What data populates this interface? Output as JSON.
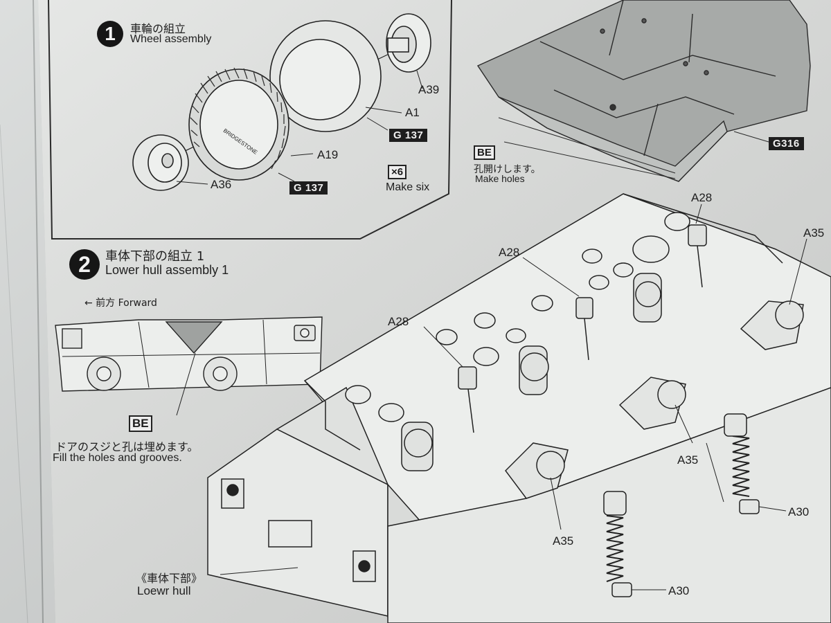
{
  "step1": {
    "number": "1",
    "title_jp": "車輪の組立",
    "title_en": "Wheel assembly",
    "parts": {
      "a39": "A39",
      "a1": "A1",
      "a19": "A19",
      "a36": "A36"
    },
    "paint_code_1": "G 137",
    "paint_code_2": "G 137",
    "multiplier": "×6",
    "multiplier_text": "Make six",
    "tire_brand": "BRIDGESTONE"
  },
  "hull_box": {
    "mark": "BE",
    "note_jp": "孔開けします。",
    "note_en": "Make holes",
    "paint_code": "G316"
  },
  "step2": {
    "number": "2",
    "title_jp": "車体下部の組立 1",
    "title_en": "Lower hull assembly 1",
    "forward_label": "← 前方 Forward",
    "mark": "BE",
    "note_jp": "ドアのスジと孔は埋めます。",
    "note_en": "Fill the holes and grooves.",
    "parts": {
      "a28_left": "A28",
      "a28_mid": "A28",
      "a28_top": "A28",
      "a35_right": "A35",
      "a35_mid": "A35",
      "a35_bottom": "A35",
      "a30_right": "A30",
      "a30_bottom": "A30"
    },
    "hull_label_jp": "《車体下部》",
    "hull_label_en": "Loewr hull"
  },
  "colors": {
    "paper": "#e4e6e4",
    "ink": "#1c1c1c",
    "hull_fill": "#a9acaa",
    "tag_bg": "#1e1e1e"
  }
}
